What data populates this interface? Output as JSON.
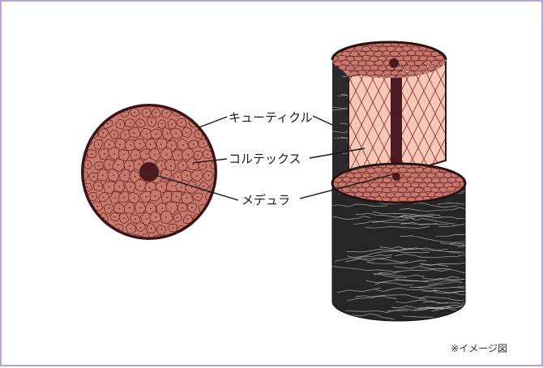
{
  "labels": {
    "cuticle": "キューティクル",
    "cortex": "コルテックス",
    "medulla": "メデュラ"
  },
  "note": "※イメージ図",
  "colors": {
    "frame": "#b7a6d2",
    "cell_fill": "#c8796c",
    "cell_line": "#5a1c22",
    "cuticle_ring": "#3a1518",
    "medulla_dot": "#4a1a20",
    "cortex_cut": "#f4c7b6",
    "hair_surface": "#2b2b2b"
  }
}
